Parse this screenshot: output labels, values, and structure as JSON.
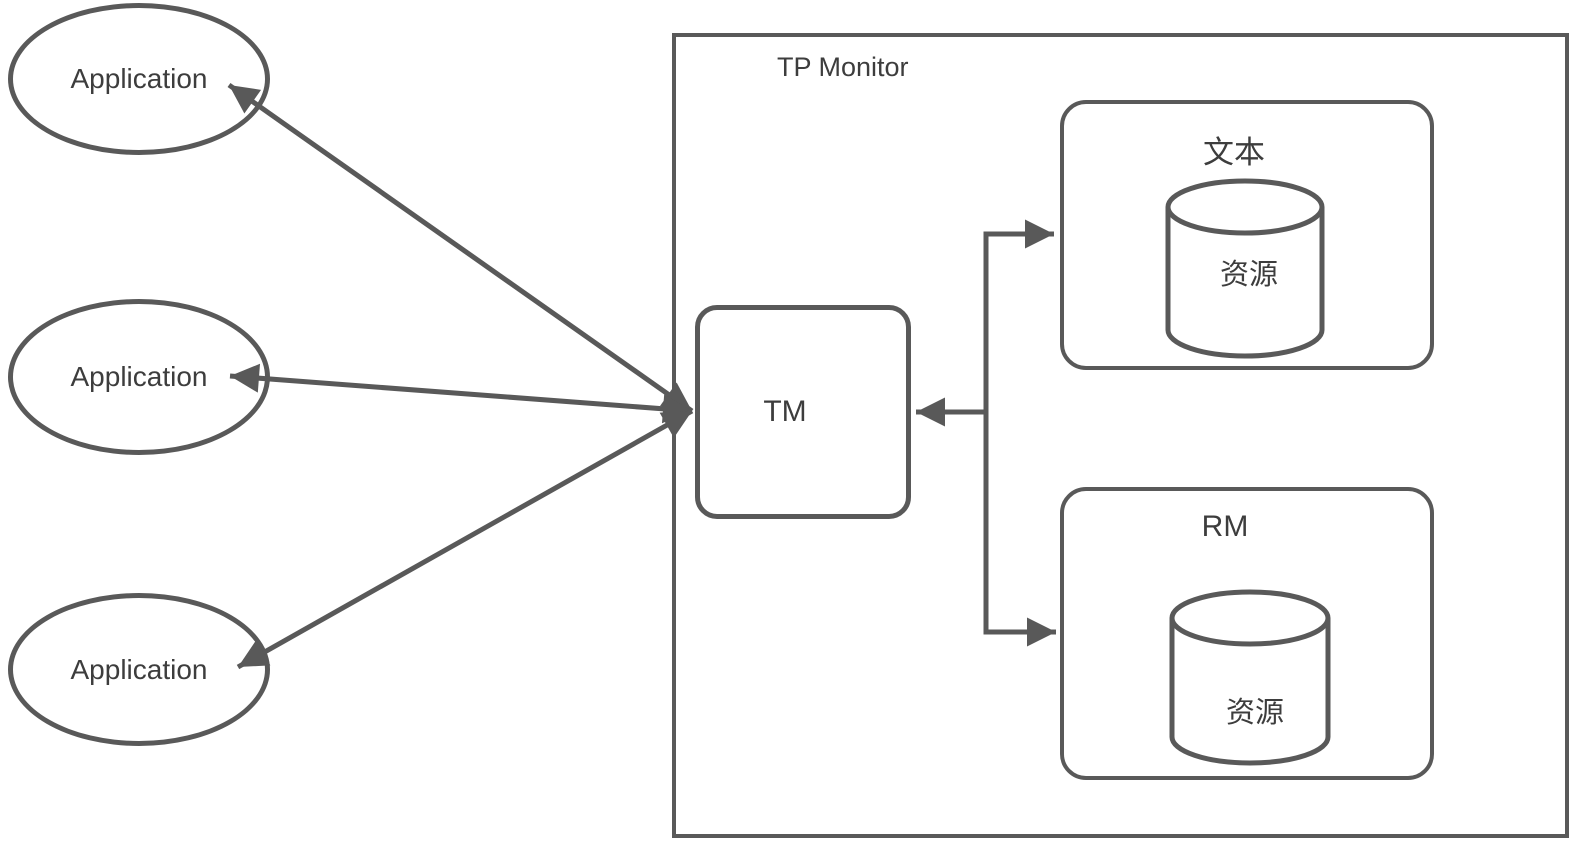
{
  "diagram": {
    "type": "flow-diagram",
    "colors": {
      "stroke": "#595959",
      "text": "#3d3d3d",
      "background": "#ffffff"
    },
    "applications": [
      {
        "label": "Application"
      },
      {
        "label": "Application"
      },
      {
        "label": "Application"
      }
    ],
    "tp_monitor": {
      "label": "TP Monitor"
    },
    "tm": {
      "label": "TM"
    },
    "groups": {
      "text": {
        "label": "文本",
        "resource": "资源",
        "icon": "database-cylinder"
      },
      "rm": {
        "label": "RM",
        "resource": "资源",
        "icon": "database-cylinder"
      }
    },
    "edges": [
      {
        "from": "tm",
        "to": "application-1",
        "arrows": "both"
      },
      {
        "from": "tm",
        "to": "application-2",
        "arrows": "both"
      },
      {
        "from": "tm",
        "to": "application-3",
        "arrows": "both"
      },
      {
        "from": "resource-branch",
        "to": "text-group",
        "arrows": "end"
      },
      {
        "from": "resource-branch",
        "to": "tm",
        "arrows": "end"
      },
      {
        "from": "resource-branch",
        "to": "rm-group",
        "arrows": "end"
      }
    ]
  }
}
